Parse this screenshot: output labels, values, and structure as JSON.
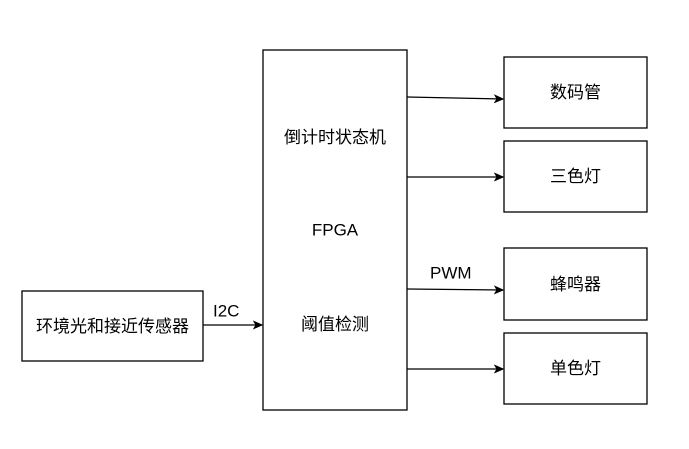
{
  "sensor": {
    "label": "环境光和接近传感器"
  },
  "fpga": {
    "line1": "倒计时状态机",
    "line2": "FPGA",
    "line3": "阈值检测"
  },
  "outputs": {
    "digital_tube": "数码管",
    "tricolor_light": "三色灯",
    "buzzer": "蜂鸣器",
    "single_color_light": "单色灯"
  },
  "edges": {
    "i2c_label": "I2C",
    "pwm_label": "PWM"
  }
}
